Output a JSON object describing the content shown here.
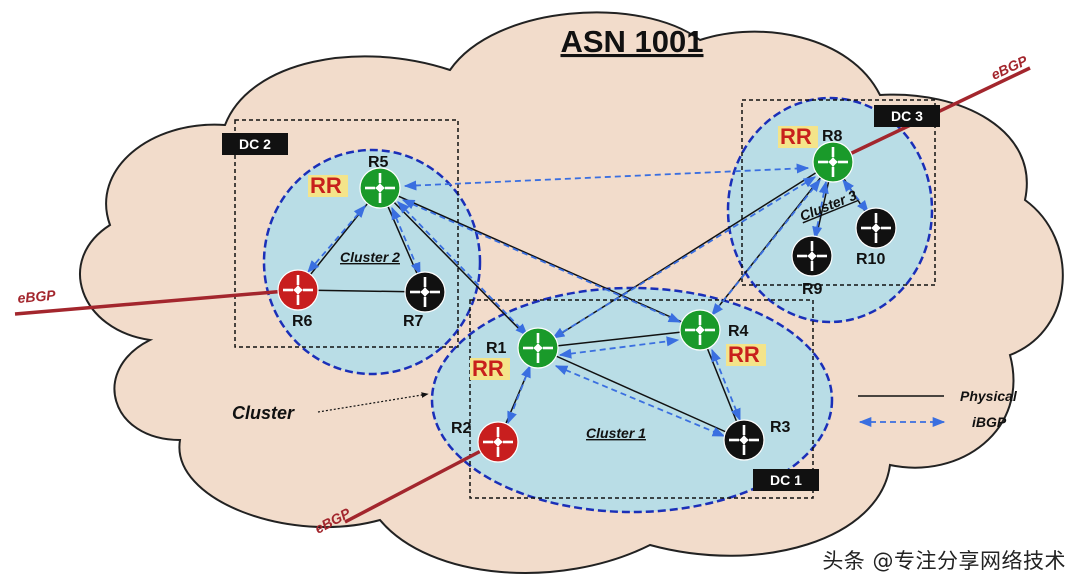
{
  "title": "ASN 1001",
  "colors": {
    "cloud": "#f2dccb",
    "cluster_fill": "#b9dde6",
    "cluster_border": "#1a2fb8",
    "physical": "#111111",
    "ibgp": "#3a6fe0",
    "ebgp": "#a3262d",
    "router_green": "#1a9a2a",
    "router_red": "#c81e1e",
    "router_black": "#111111",
    "rr_text": "#c8201c",
    "rr_bg": "#f4e48a"
  },
  "datacenters": [
    {
      "id": "dc1",
      "label": "DC 1"
    },
    {
      "id": "dc2",
      "label": "DC 2"
    },
    {
      "id": "dc3",
      "label": "DC 3"
    }
  ],
  "clusters": [
    {
      "id": "c1",
      "label": "Cluster 1"
    },
    {
      "id": "c2",
      "label": "Cluster 2"
    },
    {
      "id": "c3",
      "label": "Cluster 3"
    }
  ],
  "routers": [
    {
      "id": "R1",
      "label": "R1",
      "color": "green",
      "rr": true
    },
    {
      "id": "R2",
      "label": "R2",
      "color": "red",
      "rr": false
    },
    {
      "id": "R3",
      "label": "R3",
      "color": "black",
      "rr": false
    },
    {
      "id": "R4",
      "label": "R4",
      "color": "green",
      "rr": true
    },
    {
      "id": "R5",
      "label": "R5",
      "color": "green",
      "rr": true
    },
    {
      "id": "R6",
      "label": "R6",
      "color": "red",
      "rr": false
    },
    {
      "id": "R7",
      "label": "R7",
      "color": "black",
      "rr": false
    },
    {
      "id": "R8",
      "label": "R8",
      "color": "green",
      "rr": true
    },
    {
      "id": "R9",
      "label": "R9",
      "color": "black",
      "rr": false
    },
    {
      "id": "R10",
      "label": "R10",
      "color": "black",
      "rr": false
    }
  ],
  "rr_label": "RR",
  "ebgp_label": "eBGP",
  "cluster_pointer_label": "Cluster",
  "legend": {
    "physical": "Physical",
    "ibgp": "iBGP"
  },
  "watermark": "头条 @专注分享网络技术"
}
